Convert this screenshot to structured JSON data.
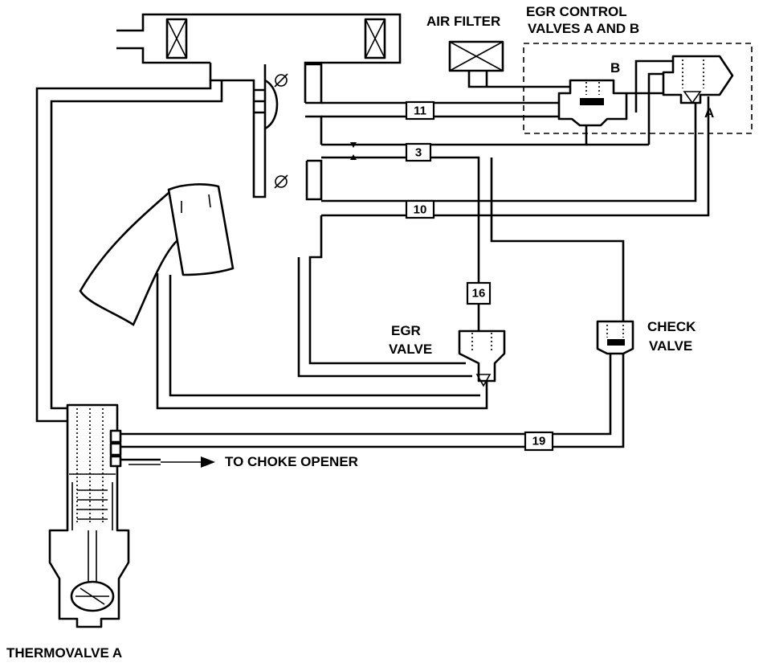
{
  "labels": {
    "air_filter": "AIR FILTER",
    "egr_control_1": "EGR CONTROL",
    "egr_control_2": "VALVES A AND B",
    "valve_b": "B",
    "valve_a": "A",
    "egr_valve_1": "EGR",
    "egr_valve_2": "VALVE",
    "check_valve_1": "CHECK",
    "check_valve_2": "VALVE",
    "choke_opener": "TO CHOKE OPENER",
    "thermovalve": "THERMOVALVE A"
  },
  "hose_tags": [
    "11",
    "3",
    "10",
    "16",
    "19"
  ],
  "colors": {
    "ink": "#000000",
    "paper": "#ffffff"
  }
}
